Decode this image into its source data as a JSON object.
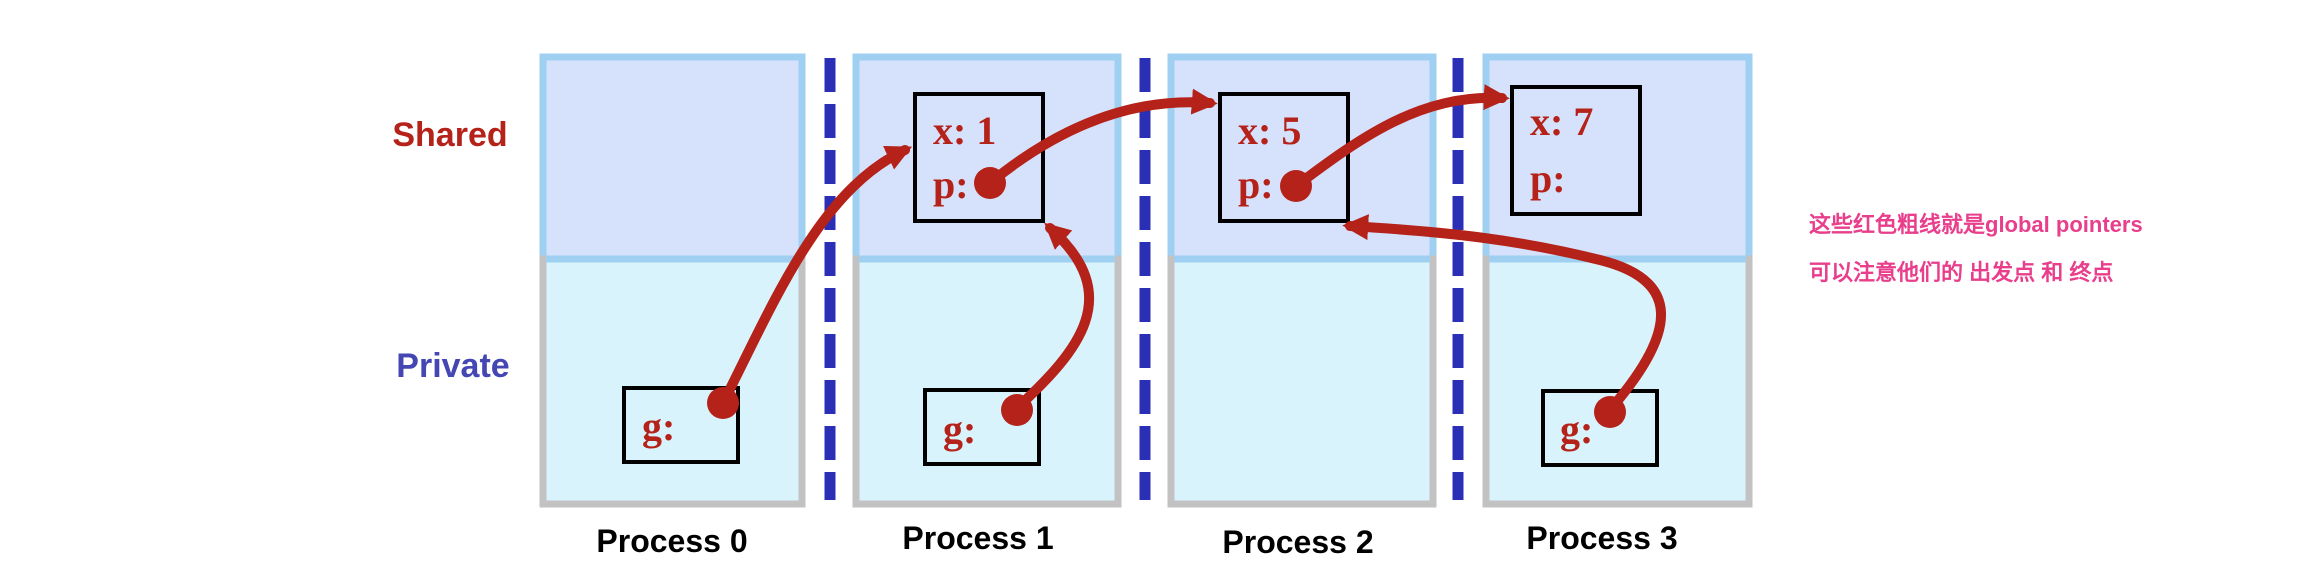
{
  "labels": {
    "shared": "Shared",
    "private": "Private"
  },
  "processes": [
    {
      "label": "Process 0"
    },
    {
      "label": "Process 1"
    },
    {
      "label": "Process 2"
    },
    {
      "label": "Process 3"
    }
  ],
  "shared_vars": [
    {
      "x_text": "x: 1",
      "p_text": "p:"
    },
    {
      "x_text": "x: 5",
      "p_text": "p:"
    },
    {
      "x_text": "x: 7",
      "p_text": "p:"
    }
  ],
  "private_vars": [
    {
      "g_text": "g:"
    },
    {
      "g_text": "g:"
    },
    {
      "g_text": "g:"
    }
  ],
  "annotation": {
    "line1": "这些红色粗线就是global pointers",
    "line2": "可以注意他们的 出发点 和 终点"
  },
  "colors": {
    "shared_fill": "#d6e2fb",
    "private_fill": "#d9f3fd",
    "shared_border": "#9fd0f2",
    "private_border": "#c2c2c2",
    "divider": "#2b2fb5",
    "pointer": "#b42219",
    "shared_label": "#b42219",
    "private_label": "#4447b3",
    "annotation": "#e83e8c"
  }
}
